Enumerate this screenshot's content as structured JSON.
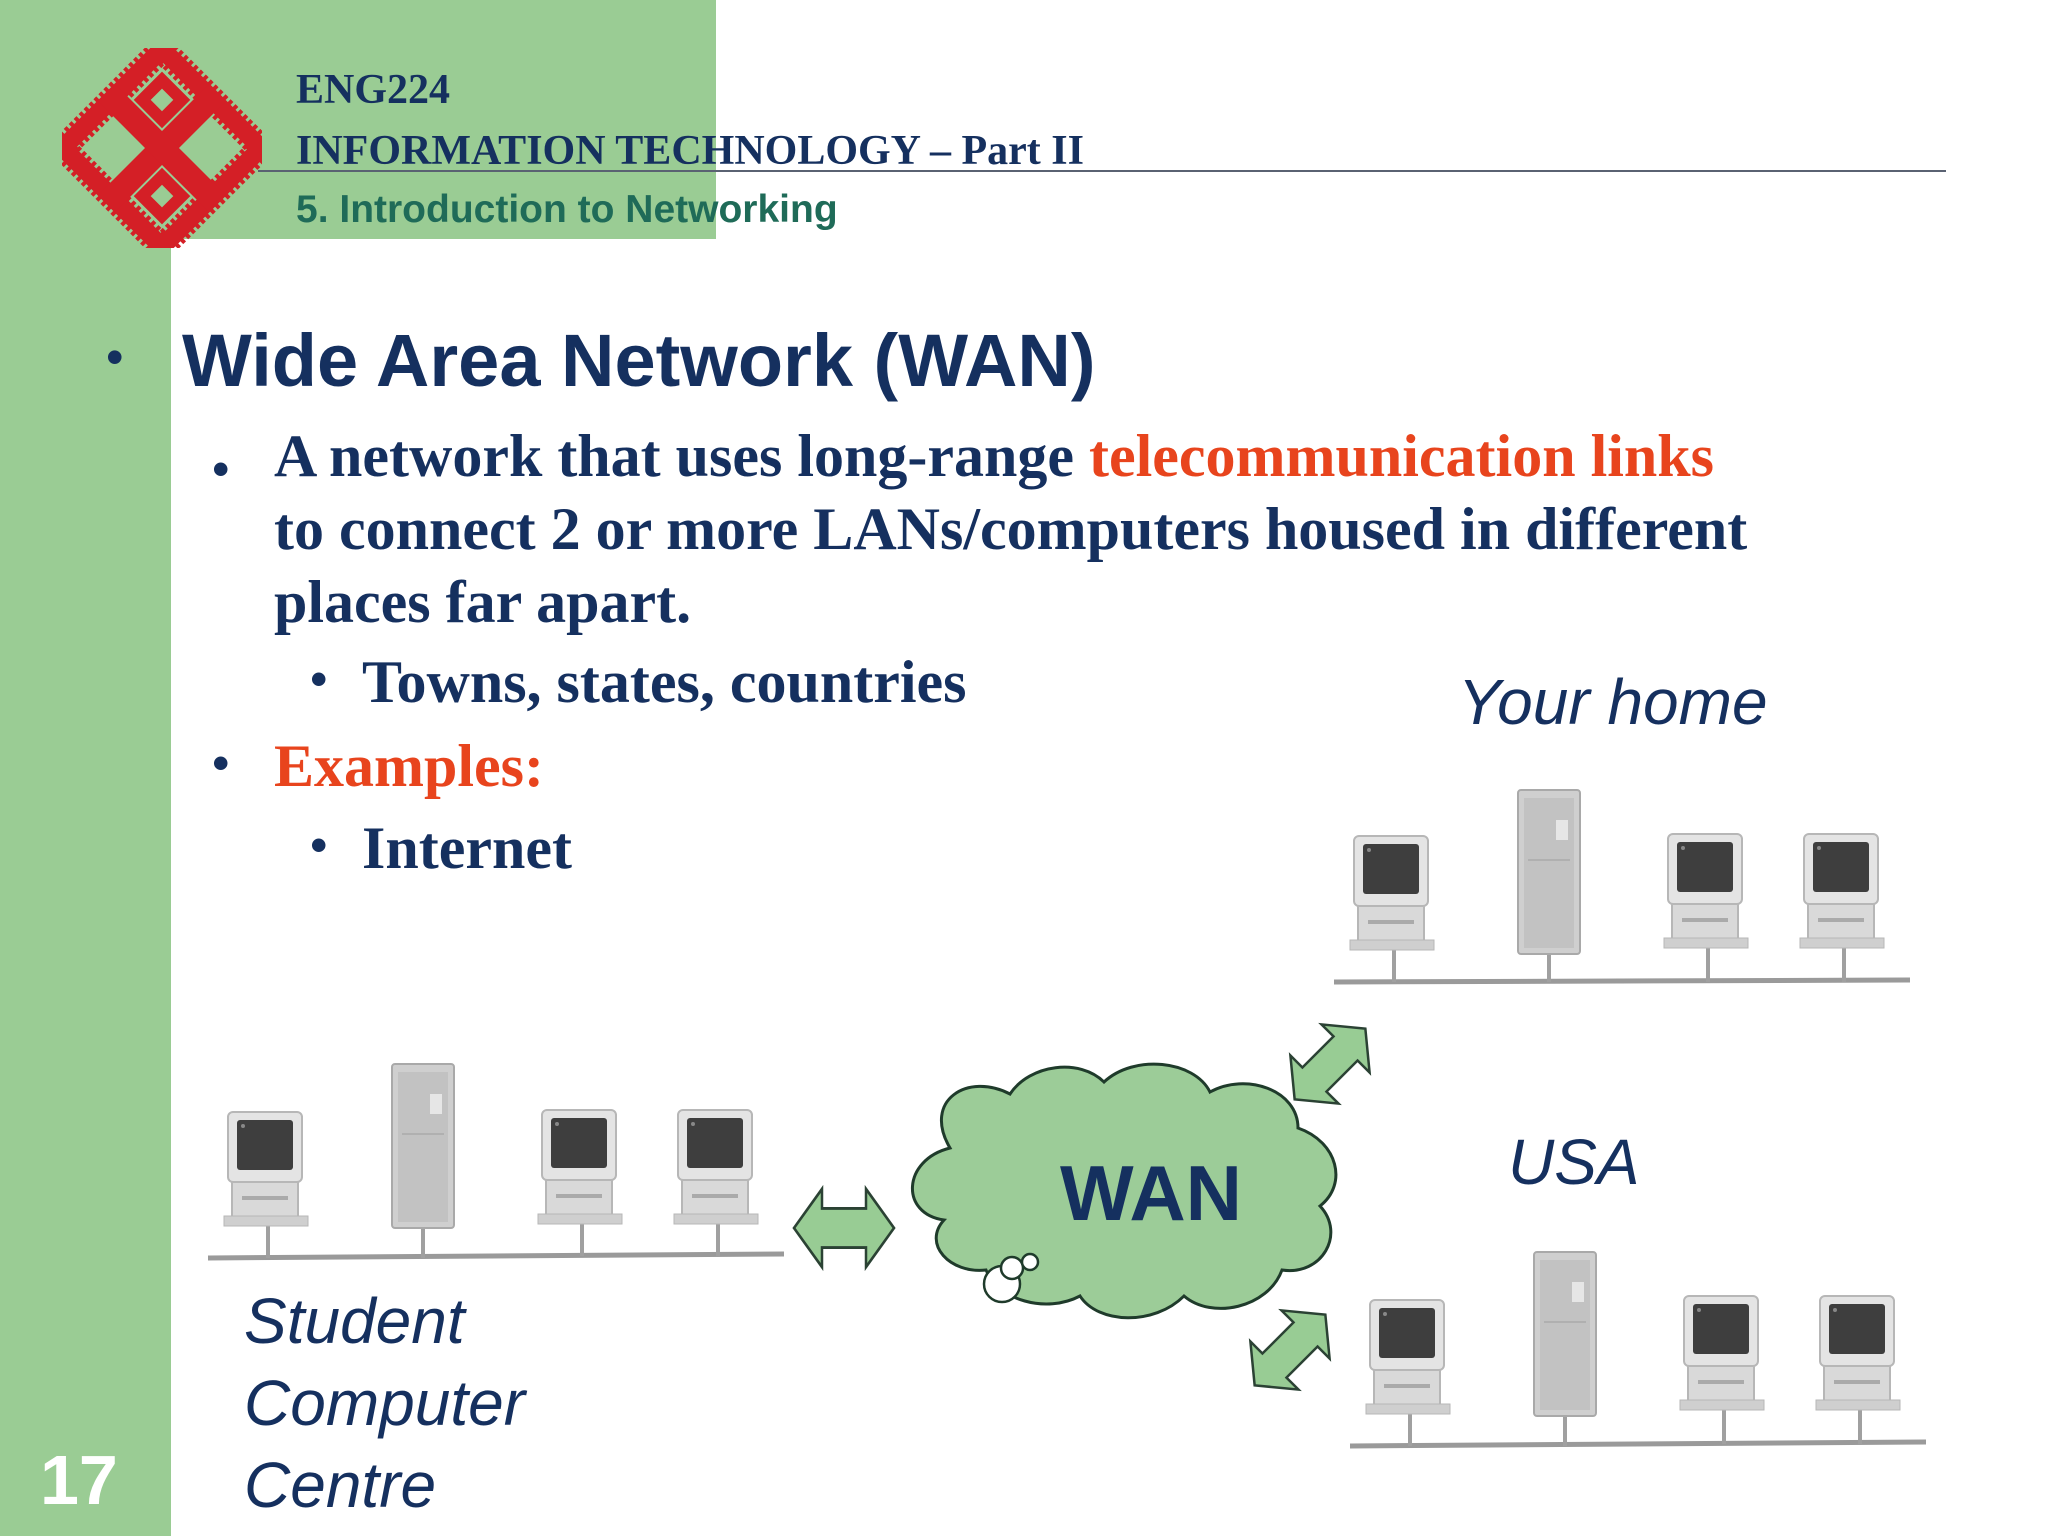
{
  "header": {
    "course_code": "ENG224",
    "course_title": "INFORMATION TECHNOLOGY – Part II",
    "chapter": "5. Introduction to Networking"
  },
  "slide": {
    "page_number": "17",
    "heading": "Wide Area Network (WAN)",
    "definition": {
      "line1_before": "A network that uses long-range ",
      "line1_highlight": "telecommunication links",
      "line2": "to connect 2 or more LANs/computers housed in different",
      "line3": "places far apart."
    },
    "sub_bullet_places": "Towns, states, countries",
    "examples_label": "Examples:",
    "example_item": "Internet"
  },
  "diagram": {
    "cloud_label": "WAN",
    "node_home": "Your home",
    "node_usa": "USA",
    "node_scc_lines": [
      "Student",
      "Computer",
      "Centre"
    ]
  },
  "colors": {
    "band_green": "#9acc94",
    "navy_text": "#15305f",
    "accent_red": "#e8441d",
    "logo_red": "#d41f26",
    "cloud_fill": "#9ccc98"
  }
}
